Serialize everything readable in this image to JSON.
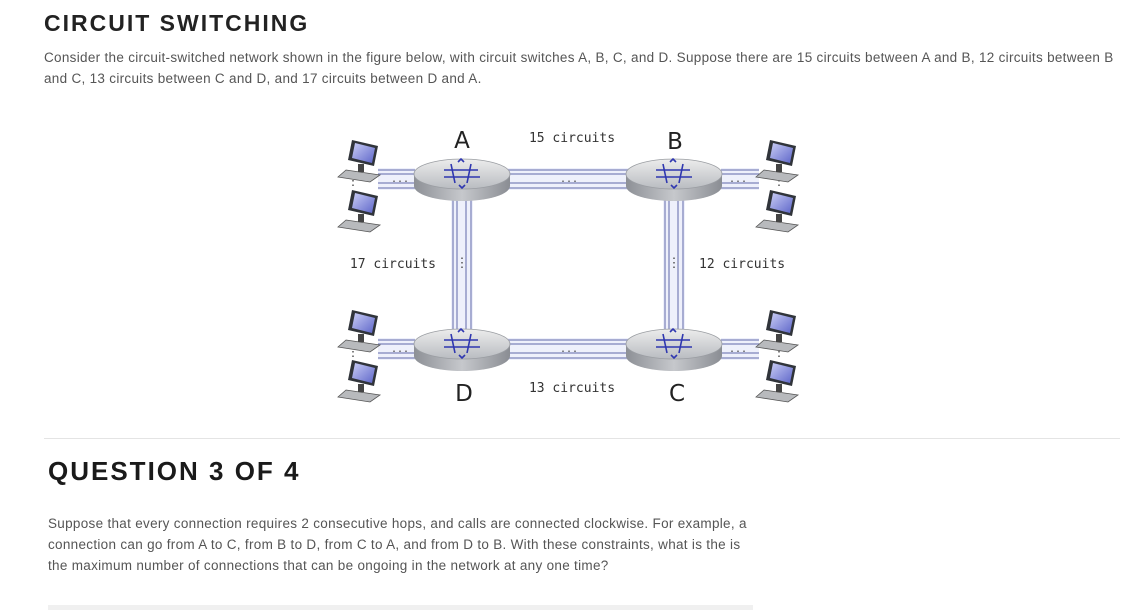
{
  "heading": "CIRCUIT SWITCHING",
  "intro": "Consider the circuit-switched network shown in the figure below, with circuit switches A, B, C, and D. Suppose there are 15 circuits between A and B, 12 circuits between B and C, 13 circuits between C and D, and 17 circuits between D and A.",
  "diagram": {
    "nodes": {
      "a": "A",
      "b": "B",
      "c": "C",
      "d": "D"
    },
    "links": {
      "ab": "15 circuits",
      "bc": "12 circuits",
      "cd": "13 circuits",
      "da": "17 circuits"
    },
    "dots_h": "...",
    "dots_v": "⋮"
  },
  "question": {
    "header": "QUESTION 3 OF 4",
    "text": "Suppose that every connection requires 2 consecutive hops, and calls are connected clockwise. For example, a connection can go from A to C, from B to D, from C to A, and from D to B. With these constraints, what is the is the maximum number of connections that can be ongoing in the network at any one time?"
  }
}
